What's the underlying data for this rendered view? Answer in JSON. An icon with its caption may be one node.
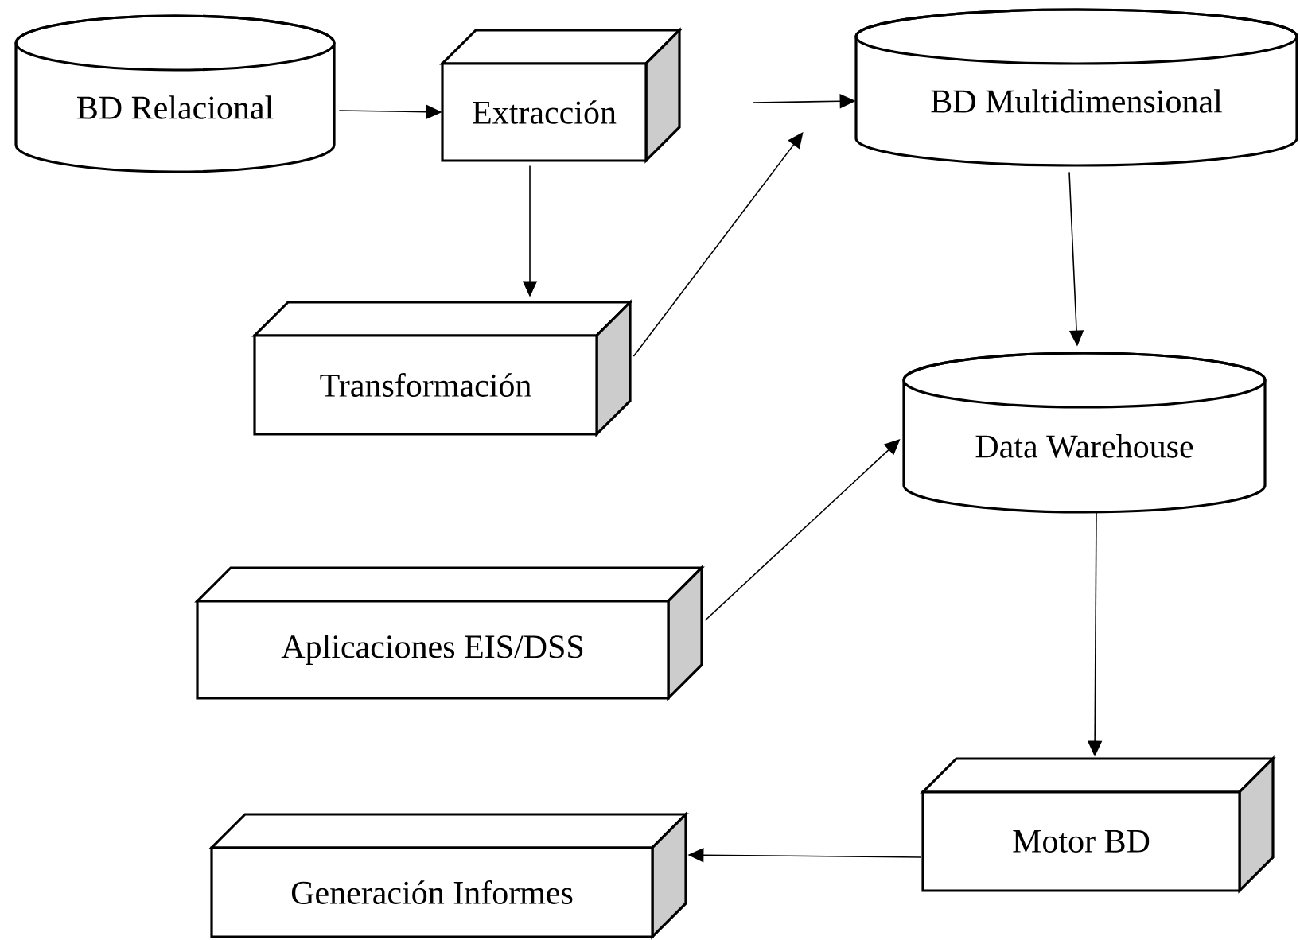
{
  "diagram": {
    "nodes": [
      {
        "text": [
          "BD Relacional"
        ]
      },
      {
        "text": [
          "Extracción"
        ]
      },
      {
        "text": [
          "BD Multidimensional"
        ]
      },
      {
        "text": [
          "Transformación"
        ]
      },
      {
        "text": [
          "Data Warehouse"
        ]
      },
      {
        "text": [
          "Aplicaciones EIS/DSS"
        ]
      },
      {
        "text": [
          "Motor BD"
        ]
      },
      {
        "text": [
          "Generación Informes"
        ]
      }
    ],
    "edges": [
      {
        "from": 0,
        "to": 1,
        "arrow": "to"
      },
      {
        "from": 1,
        "to": 2,
        "arrow": "to"
      },
      {
        "from": 1,
        "to": 3,
        "arrow": "to"
      },
      {
        "from": 3,
        "to": 2,
        "arrow": "to"
      },
      {
        "from": 2,
        "to": 4,
        "arrow": "to"
      },
      {
        "from": 5,
        "to": 4,
        "arrow": "to"
      },
      {
        "from": 4,
        "to": 6,
        "arrow": "to"
      },
      {
        "from": 6,
        "to": 7,
        "arrow": "to"
      }
    ]
  }
}
